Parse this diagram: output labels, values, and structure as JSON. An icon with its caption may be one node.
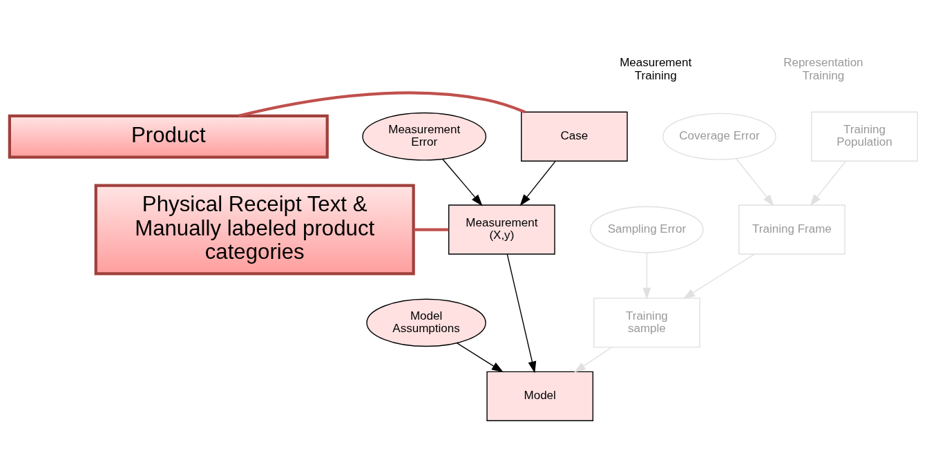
{
  "diagram": {
    "nodes": [
      {
        "text": [
          "Product"
        ]
      },
      {
        "text": [
          "Case"
        ]
      },
      {
        "text": [
          "Measurement Error"
        ]
      },
      {
        "text": [
          "Measurement (X,y)"
        ]
      },
      {
        "text": [
          "Physical Receipt Text & Manually labeled product categories"
        ]
      },
      {
        "text": [
          "Model Assumptions"
        ]
      },
      {
        "text": [
          "Model"
        ]
      },
      {
        "text": [
          "Training Population"
        ]
      },
      {
        "text": [
          "Coverage Error"
        ]
      },
      {
        "text": [
          "Training Frame"
        ]
      },
      {
        "text": [
          "Sampling Error"
        ]
      },
      {
        "text": [
          "Training sample"
        ]
      }
    ],
    "edges": [
      {
        "from": 0,
        "to": 1,
        "arrow": "none",
        "style": "thick",
        "color": "#c0504d"
      },
      {
        "from": 1,
        "to": 3,
        "arrow": "to",
        "color": "#000000"
      },
      {
        "from": 2,
        "to": 3,
        "arrow": "to",
        "color": "#000000"
      },
      {
        "from": 4,
        "to": 3,
        "arrow": "none",
        "style": "thick",
        "color": "#c0504d"
      },
      {
        "from": 3,
        "to": 6,
        "arrow": "to",
        "color": "#000000"
      },
      {
        "from": 5,
        "to": 6,
        "arrow": "to",
        "color": "#000000"
      },
      {
        "from": 7,
        "to": 9,
        "arrow": "to",
        "color": "#e0e0e0"
      },
      {
        "from": 8,
        "to": 9,
        "arrow": "to",
        "color": "#e0e0e0"
      },
      {
        "from": 9,
        "to": 11,
        "arrow": "to",
        "color": "#e0e0e0"
      },
      {
        "from": 10,
        "to": 11,
        "arrow": "to",
        "color": "#e0e0e0"
      },
      {
        "from": 11,
        "to": 6,
        "arrow": "to",
        "color": "#e0e0e0"
      }
    ],
    "labels": [
      "Measurement Training",
      "Representation Training"
    ]
  }
}
